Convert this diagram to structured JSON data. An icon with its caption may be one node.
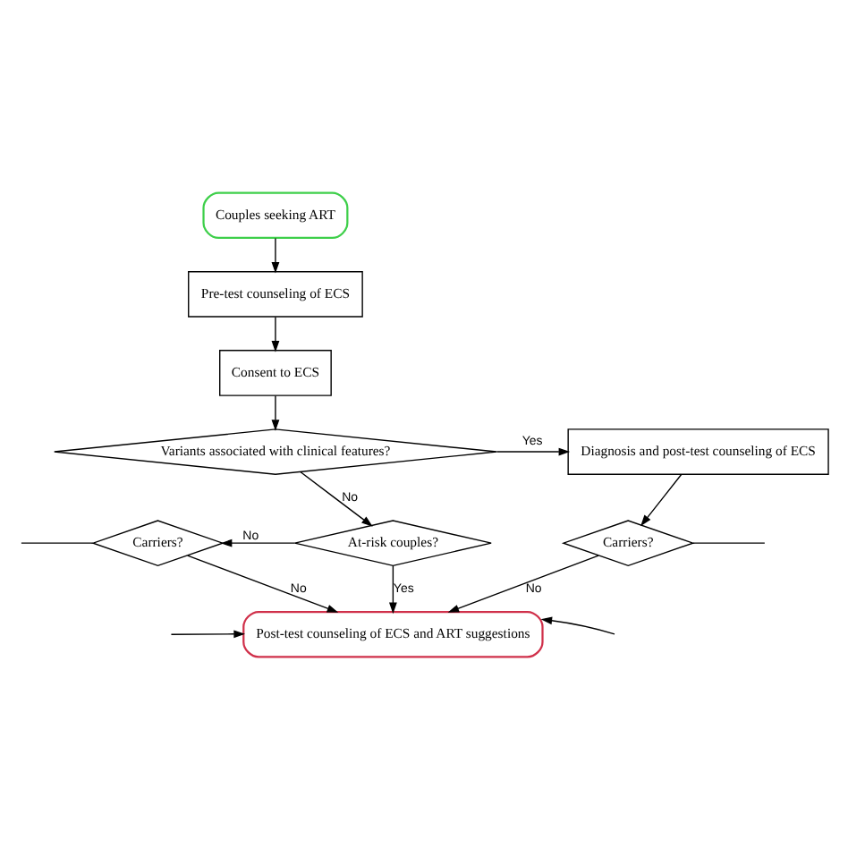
{
  "diagram": {
    "nodes": [
      {
        "text": [
          "Couples seeking ART"
        ]
      },
      {
        "text": [
          "Pre-test counseling of ECS"
        ]
      },
      {
        "text": [
          "Consent to ECS"
        ]
      },
      {
        "text": [
          "Variants associated with clinical features?"
        ]
      },
      {
        "text": [
          "Diagnosis and post-test counseling of ECS"
        ]
      },
      {
        "text": [
          "Carriers?"
        ]
      },
      {
        "text": [
          "At-risk couples?"
        ]
      },
      {
        "text": [
          "Carriers?"
        ]
      },
      {
        "text": [
          "Post-test counseling of ECS and ART suggestions"
        ]
      }
    ],
    "edges": [
      {
        "from": 0,
        "to": 1,
        "arrow": "to"
      },
      {
        "from": 1,
        "to": 2,
        "arrow": "to"
      },
      {
        "from": 2,
        "to": 3,
        "arrow": "to"
      },
      {
        "from": 3,
        "to": 4,
        "arrow": "to",
        "label": "Yes"
      },
      {
        "from": 3,
        "to": 6,
        "arrow": "to",
        "label": "No"
      },
      {
        "from": 6,
        "to": 5,
        "arrow": "to",
        "label": "No"
      },
      {
        "from": 4,
        "to": 7,
        "arrow": "to"
      },
      {
        "from": 6,
        "to": 8,
        "arrow": "to",
        "label": "Yes"
      },
      {
        "from": 5,
        "to": 8,
        "arrow": "to",
        "label": "No"
      },
      {
        "from": 7,
        "to": 8,
        "arrow": "to",
        "label": "No"
      },
      {
        "from": 5,
        "to": null,
        "arrow": "none"
      },
      {
        "from": null,
        "to": 8,
        "arrow": "to"
      },
      {
        "from": 7,
        "to": null,
        "arrow": "none"
      },
      {
        "from": null,
        "to": 8,
        "arrow": "to"
      }
    ]
  }
}
